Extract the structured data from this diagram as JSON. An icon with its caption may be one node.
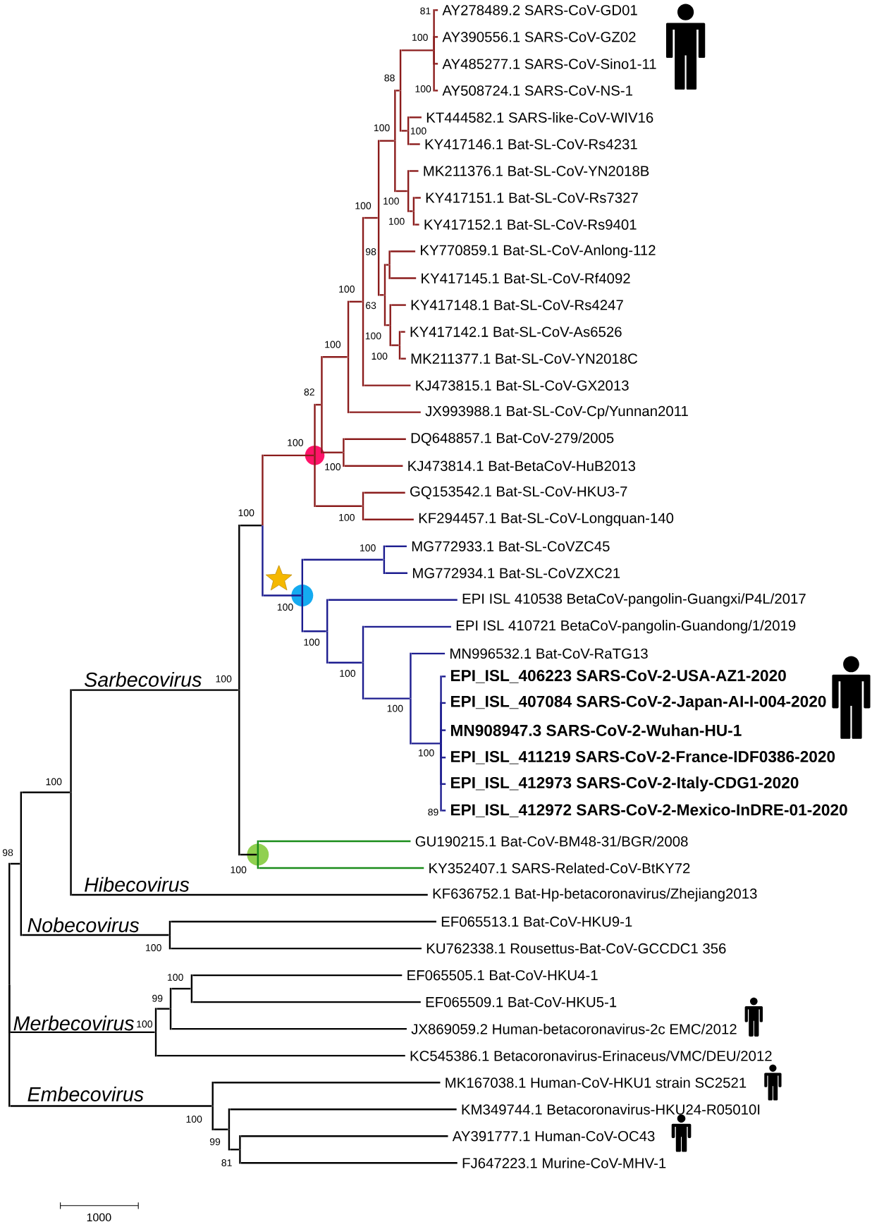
{
  "diagram": {
    "nodes": [
      {
        "text": [
          "AY278489.2 SARS-CoV-GD01"
        ]
      },
      {
        "text": [
          "AY390556.1 SARS-CoV-GZ02"
        ]
      },
      {
        "text": [
          "AY485277.1 SARS-CoV-Sino1-11"
        ]
      },
      {
        "text": [
          "AY508724.1 SARS-CoV-NS-1"
        ]
      },
      {
        "text": [
          "KT444582.1 SARS-like-CoV-WIV16"
        ]
      },
      {
        "text": [
          "KY417146.1 Bat-SL-CoV-Rs4231"
        ]
      },
      {
        "text": [
          "MK211376.1 Bat-SL-CoV-YN2018B"
        ]
      },
      {
        "text": [
          "KY417151.1 Bat-SL-CoV-Rs7327"
        ]
      },
      {
        "text": [
          "KY417152.1 Bat-SL-CoV-Rs9401"
        ]
      },
      {
        "text": [
          "KY770859.1 Bat-SL-CoV-Anlong-112"
        ]
      },
      {
        "text": [
          "KY417145.1 Bat-SL-CoV-Rf4092"
        ]
      },
      {
        "text": [
          "KY417148.1 Bat-SL-CoV-Rs4247"
        ]
      },
      {
        "text": [
          "KY417142.1 Bat-SL-CoV-As6526"
        ]
      },
      {
        "text": [
          "MK211377.1 Bat-SL-CoV-YN2018C"
        ]
      },
      {
        "text": [
          "KJ473815.1 Bat-SL-CoV-GX2013"
        ]
      },
      {
        "text": [
          "JX993988.1 Bat-SL-CoV-Cp/Yunnan2011"
        ]
      },
      {
        "text": [
          "DQ648857.1 Bat-CoV-279/2005"
        ]
      },
      {
        "text": [
          "KJ473814.1 Bat-BetaCoV-HuB2013"
        ]
      },
      {
        "text": [
          "GQ153542.1 Bat-SL-CoV-HKU3-7"
        ]
      },
      {
        "text": [
          "KF294457.1 Bat-SL-CoV-Longquan-140"
        ]
      },
      {
        "text": [
          "MG772933.1 Bat-SL-CoVZC45"
        ]
      },
      {
        "text": [
          "MG772934.1 Bat-SL-CoVZXC21"
        ]
      },
      {
        "text": [
          "EPI ISL 410538 BetaCoV-pangolin-Guangxi/P4L/2017"
        ]
      },
      {
        "text": [
          "EPI ISL 410721 BetaCoV-pangolin-Guandong/1/2019"
        ]
      },
      {
        "text": [
          "MN996532.1 Bat-CoV-RaTG13"
        ]
      },
      {
        "text": [
          "EPI_ISL_406223 SARS-CoV-2-USA-AZ1-2020"
        ]
      },
      {
        "text": [
          "EPI_ISL_407084 SARS-CoV-2-Japan-AI-I-004-2020"
        ]
      },
      {
        "text": [
          "MN908947.3 SARS-CoV-2-Wuhan-HU-1"
        ]
      },
      {
        "text": [
          "EPI_ISL_411219 SARS-CoV-2-France-IDF0386-2020"
        ]
      },
      {
        "text": [
          "EPI_ISL_412973 SARS-CoV-2-Italy-CDG1-2020"
        ]
      },
      {
        "text": [
          "EPI_ISL_412972 SARS-CoV-2-Mexico-InDRE-01-2020"
        ]
      },
      {
        "text": [
          "GU190215.1 Bat-CoV-BM48-31/BGR/2008"
        ]
      },
      {
        "text": [
          "KY352407.1 SARS-Related-CoV-BtKY72"
        ]
      },
      {
        "text": [
          "KF636752.1 Bat-Hp-betacoronavirus/Zhejiang2013"
        ]
      },
      {
        "text": [
          "EF065513.1 Bat-CoV-HKU9-1"
        ]
      },
      {
        "text": [
          "KU762338.1 Rousettus-Bat-CoV-GCCDC1 356"
        ]
      },
      {
        "text": [
          "EF065505.1 Bat-CoV-HKU4-1"
        ]
      },
      {
        "text": [
          "EF065509.1 Bat-CoV-HKU5-1"
        ]
      },
      {
        "text": [
          "JX869059.2 Human-betacoronavirus-2c EMC/2012"
        ]
      },
      {
        "text": [
          "KC545386.1 Betacoronavirus-Erinaceus/VMC/DEU/2012"
        ]
      },
      {
        "text": [
          "MK167038.1 Human-CoV-HKU1 strain SC2521"
        ]
      },
      {
        "text": [
          "KM349744.1 Betacoronavirus-HKU24-R05010I"
        ]
      },
      {
        "text": [
          "AY391777.1 Human-CoV-OC43"
        ]
      },
      {
        "text": [
          "FJ647223.1 Murine-CoV-MHV-1"
        ]
      },
      {
        "text": [],
        "shape": "bar"
      },
      {
        "text": [],
        "shape": "bar"
      },
      {
        "text": [],
        "shape": "bar"
      },
      {
        "text": [],
        "shape": "bar"
      },
      {
        "text": [],
        "shape": "bar"
      },
      {
        "text": [],
        "shape": "bar"
      },
      {
        "text": [],
        "shape": "bar"
      },
      {
        "text": [],
        "shape": "bar"
      },
      {
        "text": [],
        "shape": "bar"
      },
      {
        "text": [],
        "shape": "bar"
      },
      {
        "text": [],
        "shape": "bar"
      },
      {
        "text": [],
        "shape": "bar"
      },
      {
        "text": [],
        "shape": "bar"
      },
      {
        "text": [],
        "shape": "bar"
      },
      {
        "text": [],
        "shape": "bar"
      },
      {
        "text": [],
        "shape": "bar"
      },
      {
        "text": [],
        "shape": "bar"
      },
      {
        "text": [],
        "shape": "bar"
      },
      {
        "text": [],
        "shape": "bar"
      },
      {
        "text": [],
        "shape": "bar"
      },
      {
        "text": [],
        "shape": "bar"
      },
      {
        "text": [],
        "shape": "bar"
      },
      {
        "text": [],
        "shape": "bar"
      },
      {
        "text": [],
        "shape": "bar"
      },
      {
        "text": [],
        "shape": "bar"
      },
      {
        "text": [],
        "shape": "bar"
      },
      {
        "text": [],
        "shape": "bar"
      },
      {
        "text": [],
        "shape": "bar"
      },
      {
        "text": [],
        "shape": "bar"
      },
      {
        "text": [],
        "shape": "bar"
      },
      {
        "text": [],
        "shape": "bar"
      },
      {
        "text": [],
        "shape": "bar"
      },
      {
        "text": [],
        "shape": "bar"
      },
      {
        "text": [],
        "shape": "bar"
      },
      {
        "text": [],
        "shape": "bar"
      },
      {
        "text": [],
        "shape": "bar"
      }
    ],
    "edges": [
      {
        "from": 44,
        "to": 45,
        "arrow": "none",
        "color": "#000000"
      },
      {
        "from": 44,
        "to": 74,
        "arrow": "none",
        "color": "#000000"
      },
      {
        "from": 44,
        "to": 77,
        "arrow": "none",
        "color": "#000000"
      },
      {
        "from": 45,
        "to": 46,
        "arrow": "none",
        "color": "#000000"
      },
      {
        "from": 45,
        "to": 73,
        "arrow": "none",
        "color": "#000000"
      },
      {
        "from": 46,
        "to": 47,
        "arrow": "none",
        "color": "#000000"
      },
      {
        "from": 46,
        "to": 33,
        "arrow": "none",
        "color": "#000000"
      },
      {
        "from": 47,
        "to": 48,
        "arrow": "none",
        "color": "#000000"
      },
      {
        "from": 47,
        "to": 72,
        "arrow": "none",
        "color": "#000000"
      },
      {
        "from": 48,
        "to": 49,
        "arrow": "none"
      },
      {
        "from": 48,
        "to": 66,
        "arrow": "none",
        "color": "#1c1c8f"
      },
      {
        "from": 49,
        "to": 50,
        "arrow": "none"
      },
      {
        "from": 49,
        "to": 65,
        "arrow": "none"
      },
      {
        "from": 50,
        "to": 51,
        "arrow": "none"
      },
      {
        "from": 50,
        "to": 64,
        "arrow": "none"
      },
      {
        "from": 51,
        "to": 52,
        "arrow": "none"
      },
      {
        "from": 51,
        "to": 15,
        "arrow": "none"
      },
      {
        "from": 52,
        "to": 53,
        "arrow": "none"
      },
      {
        "from": 52,
        "to": 14,
        "arrow": "none"
      },
      {
        "from": 53,
        "to": 54,
        "arrow": "none"
      },
      {
        "from": 53,
        "to": 60,
        "arrow": "none"
      },
      {
        "from": 54,
        "to": 55,
        "arrow": "none"
      },
      {
        "from": 54,
        "to": 58,
        "arrow": "none"
      },
      {
        "from": 55,
        "to": 56,
        "arrow": "none"
      },
      {
        "from": 55,
        "to": 57,
        "arrow": "none"
      },
      {
        "from": 56,
        "to": 0,
        "arrow": "none"
      },
      {
        "from": 56,
        "to": 1,
        "arrow": "none"
      },
      {
        "from": 56,
        "to": 2,
        "arrow": "none"
      },
      {
        "from": 56,
        "to": 3,
        "arrow": "none"
      },
      {
        "from": 57,
        "to": 4,
        "arrow": "none"
      },
      {
        "from": 57,
        "to": 5,
        "arrow": "none"
      },
      {
        "from": 58,
        "to": 6,
        "arrow": "none"
      },
      {
        "from": 58,
        "to": 59,
        "arrow": "none"
      },
      {
        "from": 59,
        "to": 7,
        "arrow": "none"
      },
      {
        "from": 59,
        "to": 8,
        "arrow": "none"
      },
      {
        "from": 60,
        "to": 61,
        "arrow": "none"
      },
      {
        "from": 60,
        "to": 62,
        "arrow": "none"
      },
      {
        "from": 61,
        "to": 9,
        "arrow": "none"
      },
      {
        "from": 61,
        "to": 10,
        "arrow": "none"
      },
      {
        "from": 62,
        "to": 11,
        "arrow": "none"
      },
      {
        "from": 62,
        "to": 63,
        "arrow": "none"
      },
      {
        "from": 63,
        "to": 12,
        "arrow": "none"
      },
      {
        "from": 63,
        "to": 13,
        "arrow": "none"
      },
      {
        "from": 64,
        "to": 16,
        "arrow": "none"
      },
      {
        "from": 64,
        "to": 17,
        "arrow": "none"
      },
      {
        "from": 65,
        "to": 18,
        "arrow": "none"
      },
      {
        "from": 65,
        "to": 19,
        "arrow": "none"
      },
      {
        "from": 66,
        "to": 67,
        "arrow": "none",
        "color": "#1c1c8f"
      },
      {
        "from": 66,
        "to": 68,
        "arrow": "none",
        "color": "#1c1c8f"
      },
      {
        "from": 67,
        "to": 20,
        "arrow": "none",
        "color": "#1c1c8f"
      },
      {
        "from": 67,
        "to": 21,
        "arrow": "none",
        "color": "#1c1c8f"
      },
      {
        "from": 68,
        "to": 22,
        "arrow": "none",
        "color": "#1c1c8f"
      },
      {
        "from": 68,
        "to": 69,
        "arrow": "none",
        "color": "#1c1c8f"
      },
      {
        "from": 69,
        "to": 23,
        "arrow": "none",
        "color": "#1c1c8f"
      },
      {
        "from": 69,
        "to": 70,
        "arrow": "none",
        "color": "#1c1c8f"
      },
      {
        "from": 70,
        "to": 24,
        "arrow": "none",
        "color": "#1c1c8f"
      },
      {
        "from": 70,
        "to": 71,
        "arrow": "none",
        "color": "#1c1c8f"
      },
      {
        "from": 71,
        "to": 25,
        "arrow": "none",
        "color": "#1c1c8f"
      },
      {
        "from": 71,
        "to": 26,
        "arrow": "none",
        "color": "#1c1c8f"
      },
      {
        "from": 71,
        "to": 27,
        "arrow": "none",
        "color": "#1c1c8f"
      },
      {
        "from": 71,
        "to": 28,
        "arrow": "none",
        "color": "#1c1c8f"
      },
      {
        "from": 71,
        "to": 29,
        "arrow": "none",
        "color": "#1c1c8f"
      },
      {
        "from": 71,
        "to": 30,
        "arrow": "none",
        "color": "#1c1c8f"
      },
      {
        "from": 72,
        "to": 31,
        "arrow": "none",
        "color": "#1a8c1a"
      },
      {
        "from": 72,
        "to": 32,
        "arrow": "none",
        "color": "#1a8c1a"
      },
      {
        "from": 73,
        "to": 34,
        "arrow": "none",
        "color": "#000000"
      },
      {
        "from": 73,
        "to": 35,
        "arrow": "none",
        "color": "#000000"
      },
      {
        "from": 74,
        "to": 75,
        "arrow": "none",
        "color": "#000000"
      },
      {
        "from": 74,
        "to": 39,
        "arrow": "none",
        "color": "#000000"
      },
      {
        "from": 75,
        "to": 76,
        "arrow": "none",
        "color": "#000000"
      },
      {
        "from": 75,
        "to": 38,
        "arrow": "none",
        "color": "#000000"
      },
      {
        "from": 76,
        "to": 36,
        "arrow": "none",
        "color": "#000000"
      },
      {
        "from": 76,
        "to": 37,
        "arrow": "none",
        "color": "#000000"
      },
      {
        "from": 77,
        "to": 40,
        "arrow": "none",
        "color": "#000000"
      },
      {
        "from": 77,
        "to": 78,
        "arrow": "none",
        "color": "#000000"
      },
      {
        "from": 78,
        "to": 41,
        "arrow": "none",
        "color": "#000000"
      },
      {
        "from": 78,
        "to": 79,
        "arrow": "none",
        "color": "#000000"
      },
      {
        "from": 79,
        "to": 42,
        "arrow": "none",
        "color": "#000000"
      },
      {
        "from": 79,
        "to": 43,
        "arrow": "none",
        "color": "#000000"
      }
    ],
    "labels": [
      "81",
      "100",
      "88",
      "100",
      "100",
      "100",
      "100",
      "100",
      "100",
      "98",
      "100",
      "63",
      "100",
      "100",
      "100",
      "82",
      "100",
      "100",
      "100",
      "100",
      "100",
      "100",
      "100",
      "100",
      "Sarbecovirus",
      "100",
      "100",
      "100",
      "100",
      "89",
      "98",
      "100",
      "Hibecovirus",
      "Nobecovirus",
      "100",
      "100",
      "99",
      "Merbecovirus",
      "100",
      "Embecovirus",
      "100",
      "99",
      "81",
      "1000"
    ]
  }
}
